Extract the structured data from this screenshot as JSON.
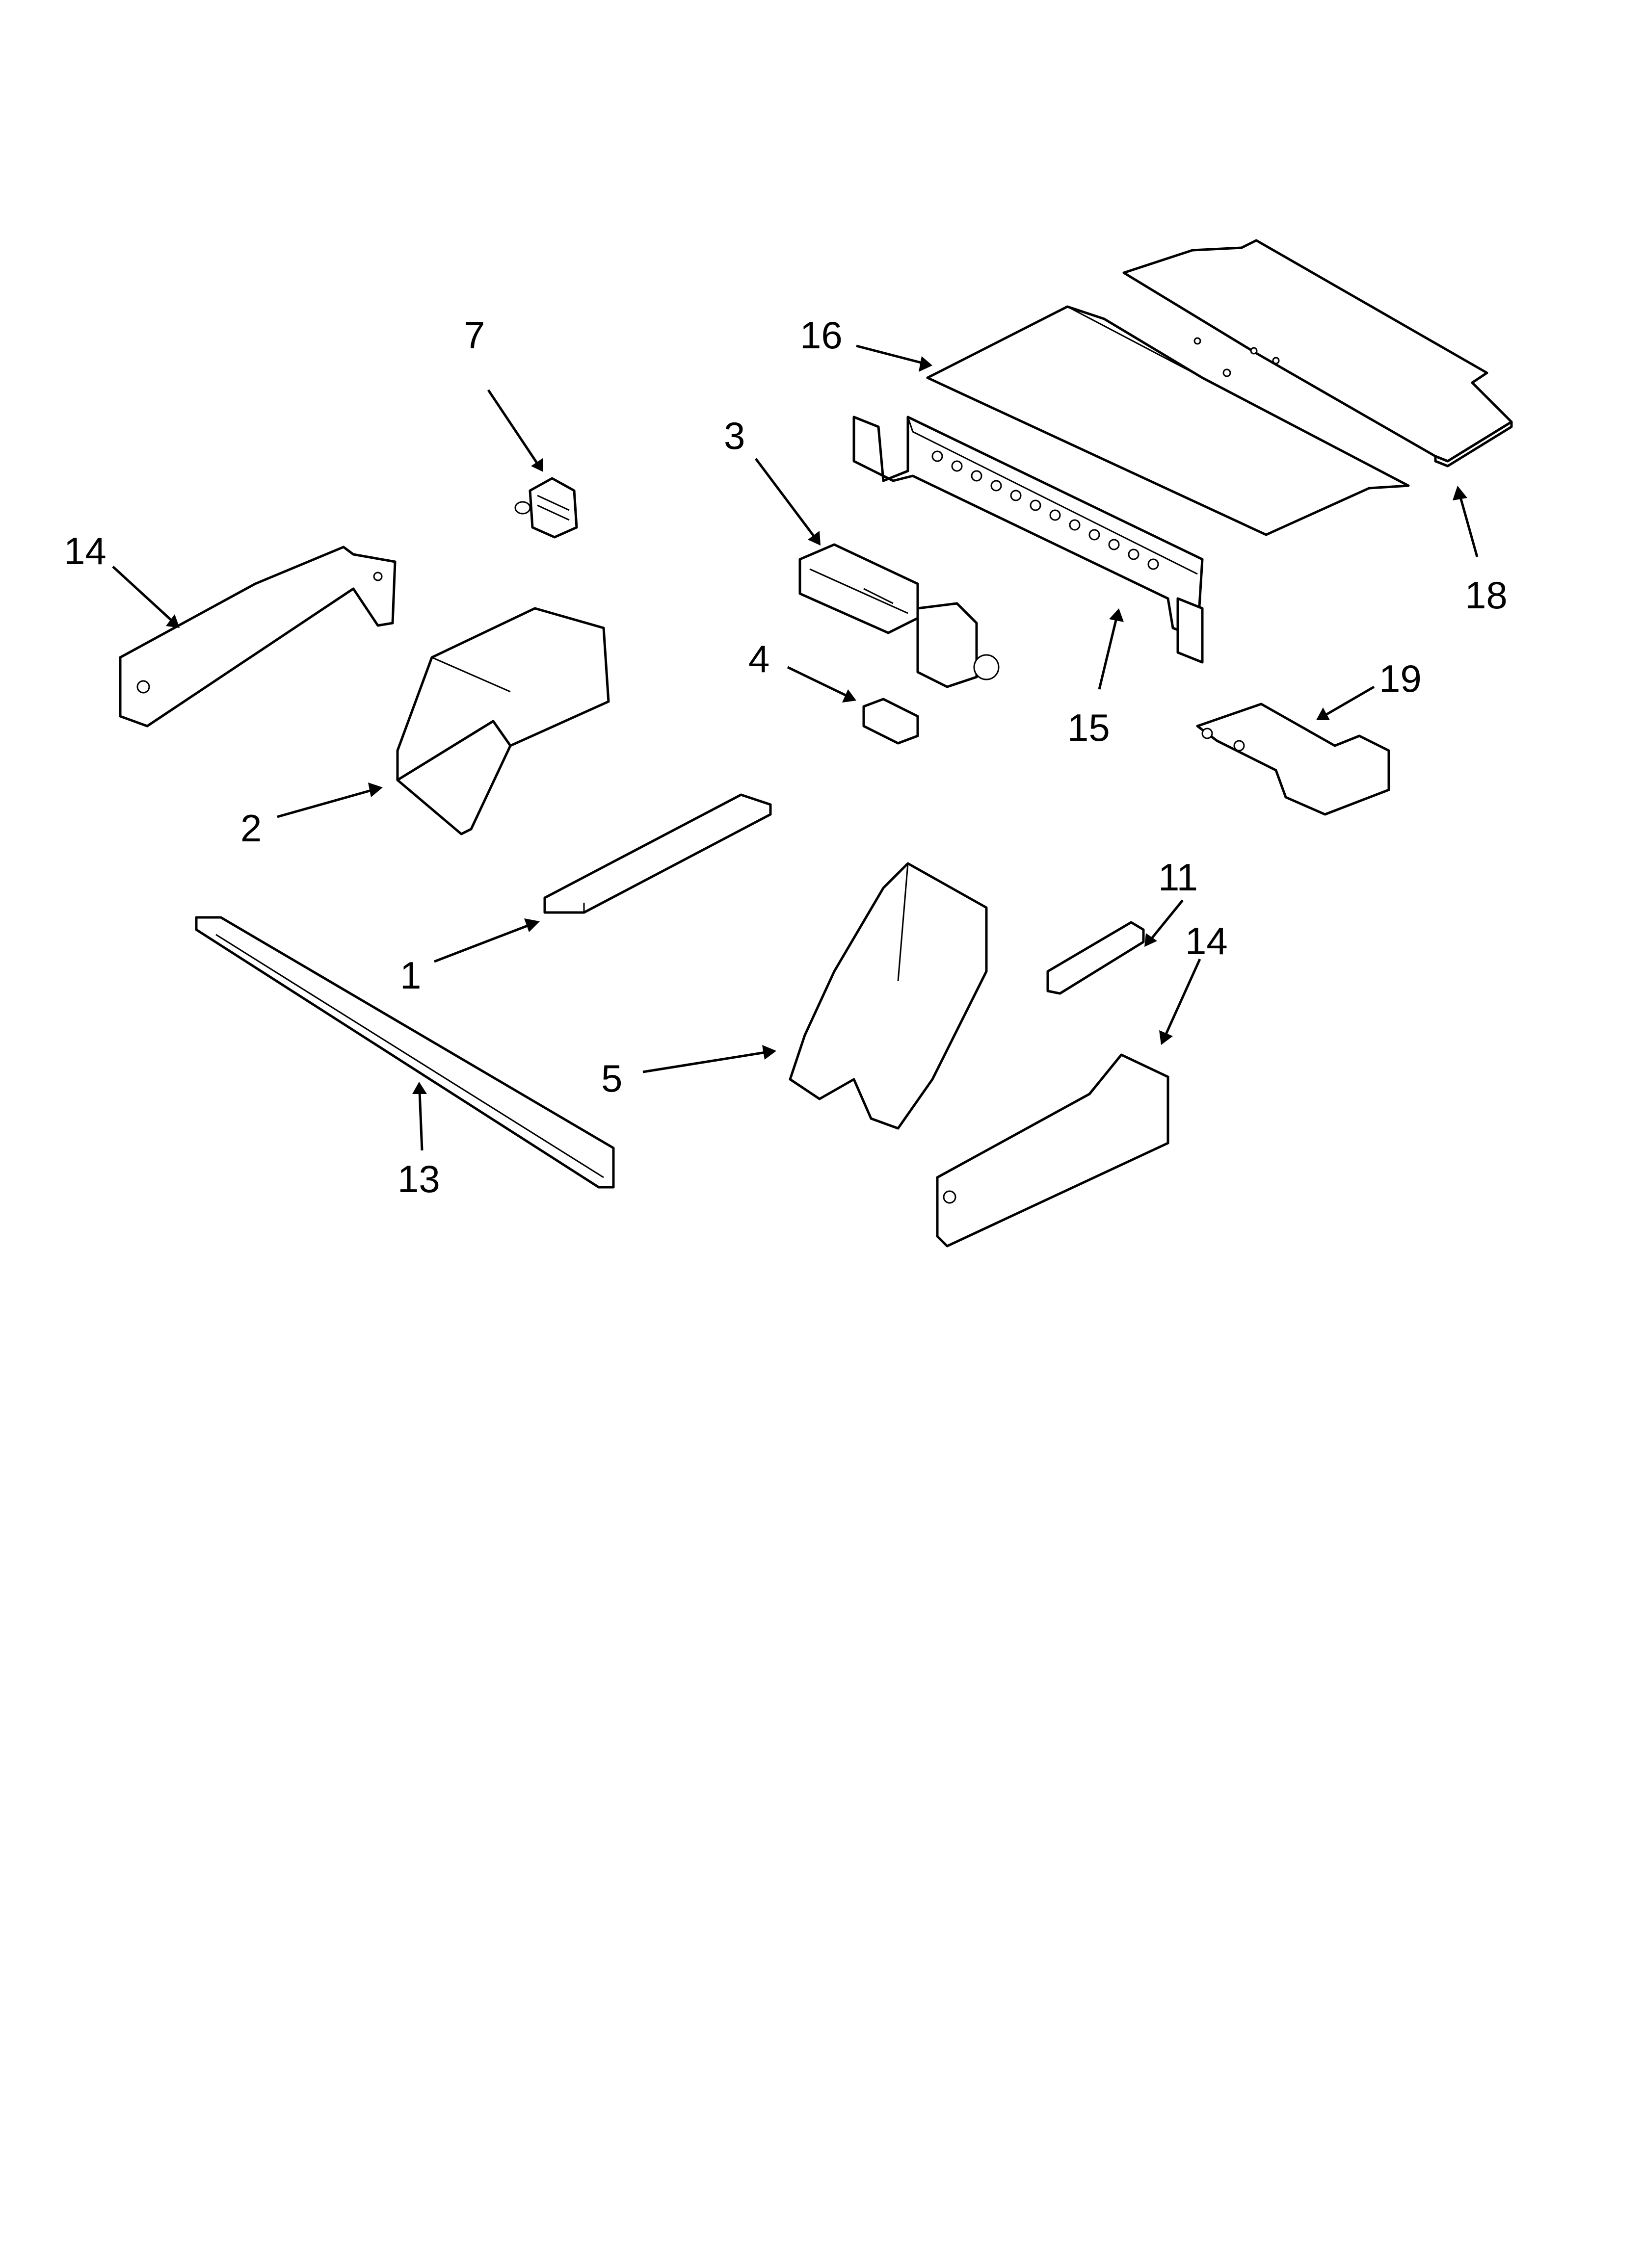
{
  "diagram": {
    "callouts": [
      {
        "id": "c1",
        "label": "1"
      },
      {
        "id": "c2",
        "label": "2"
      },
      {
        "id": "c3",
        "label": "3"
      },
      {
        "id": "c4",
        "label": "4"
      },
      {
        "id": "c5",
        "label": "5"
      },
      {
        "id": "c7",
        "label": "7"
      },
      {
        "id": "c11",
        "label": "11"
      },
      {
        "id": "c13",
        "label": "13"
      },
      {
        "id": "c14a",
        "label": "14"
      },
      {
        "id": "c14b",
        "label": "14"
      },
      {
        "id": "c15",
        "label": "15"
      },
      {
        "id": "c16",
        "label": "16"
      },
      {
        "id": "c18",
        "label": "18"
      },
      {
        "id": "c19",
        "label": "19"
      }
    ]
  }
}
